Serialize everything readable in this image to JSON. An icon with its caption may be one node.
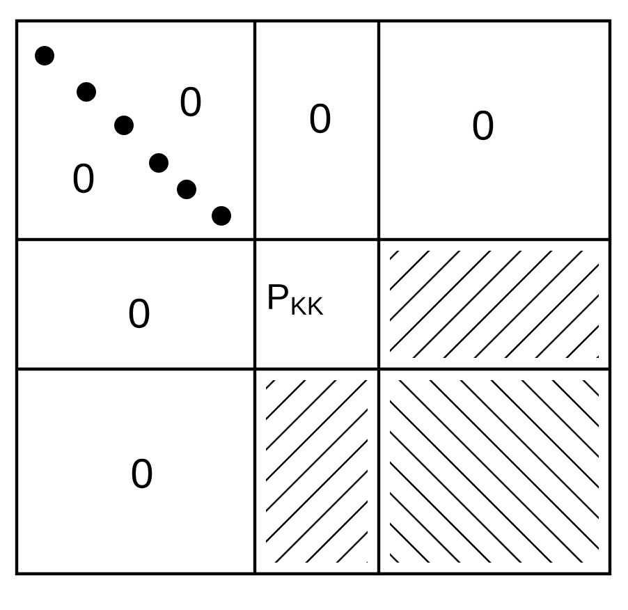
{
  "diagram": {
    "labels": [
      "0",
      "0",
      "0",
      "0",
      "0",
      "P$_{KK}$",
      "0"
    ]
  }
}
